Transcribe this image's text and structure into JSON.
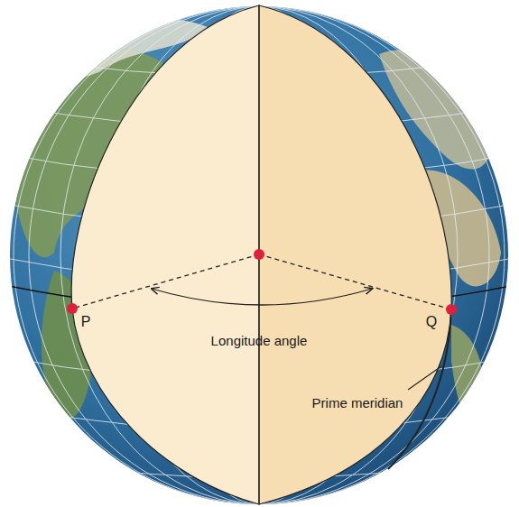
{
  "diagram": {
    "labels": [
      "P",
      "Longitude angle",
      "Q",
      "Prime meridian"
    ]
  }
}
